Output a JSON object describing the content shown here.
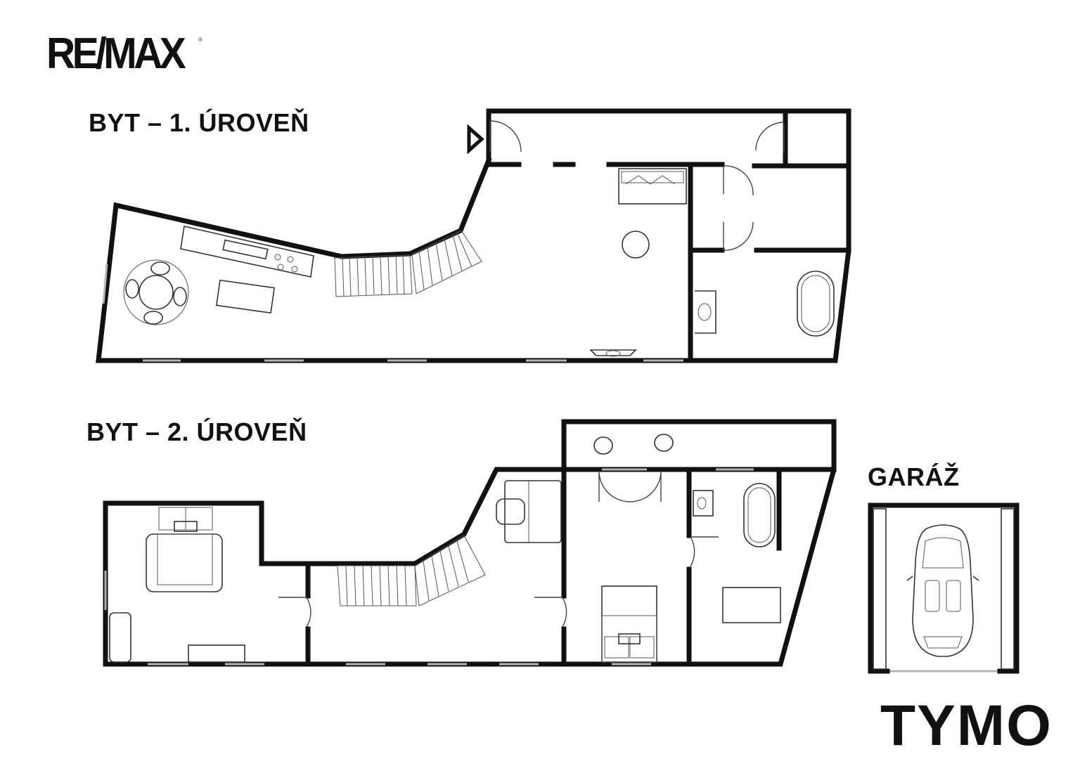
{
  "brand": {
    "logo_text": "RE/MAX",
    "logo_mark": "®"
  },
  "levels": {
    "level1": {
      "title": "BYT – 1. ÚROVEŇ"
    },
    "level2": {
      "title": "BYT – 2. ÚROVEŇ"
    },
    "garage": {
      "title": "GARÁŽ"
    }
  },
  "agency": {
    "name": "TYMO"
  },
  "colors": {
    "wall": "#111111",
    "window": "#b5b5b5",
    "furniture": "#333333",
    "background": "#ffffff"
  },
  "icons": {
    "entrance": "triangle-right-icon"
  }
}
